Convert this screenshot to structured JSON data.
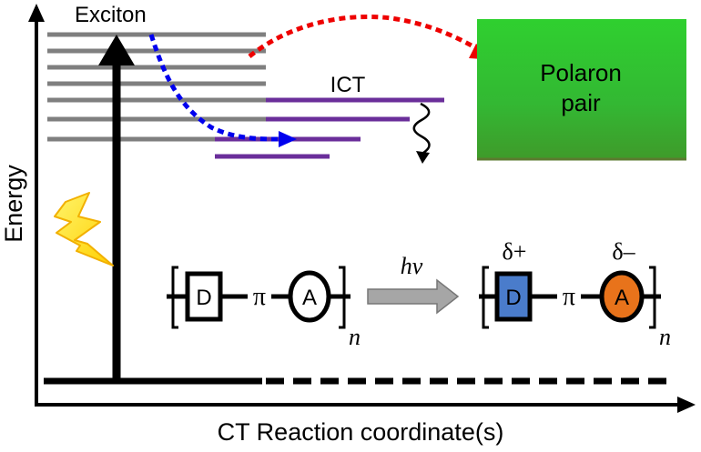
{
  "axes": {
    "y_label": "Energy",
    "x_label": "CT Reaction coordinate(s)"
  },
  "states": {
    "exciton": "Exciton",
    "ict": "ICT",
    "polaron": [
      "Polaron",
      "pair"
    ]
  },
  "scheme": {
    "donor": "D",
    "pi": "π",
    "acceptor": "A",
    "repeat": "n",
    "photon": "hν",
    "delta_plus": "δ+",
    "delta_minus": "δ–"
  },
  "colors": {
    "exciton_levels": "#7f7f7f",
    "ict_levels": "#6a2e9a",
    "polaron_box": "#33b833",
    "polaron_border": "#5b7a2f",
    "relax_arrow": "#0000ee",
    "dissociate_arrow": "#ee0000",
    "donor_fill": "#4a7ccb",
    "acceptor_fill": "#e8731b",
    "photon_arrow": "#a6a6a6",
    "lightning": "#ffe400"
  }
}
